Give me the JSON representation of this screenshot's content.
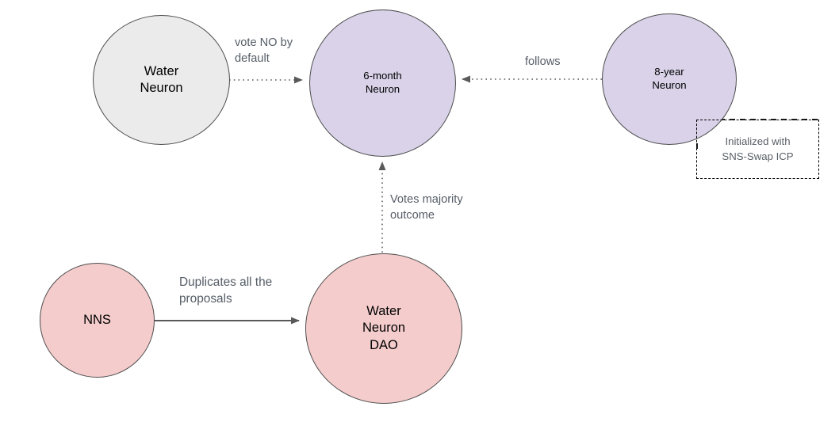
{
  "diagram": {
    "title": "Water Neuron DAO neuron-following diagram",
    "background": "#ffffff",
    "colors": {
      "purple_fill": "#d9d2e9",
      "pink_fill": "#f4cccc",
      "gray_fill": "#ebebeb",
      "node_stroke": "#4d4d4d",
      "node_text": "#000000",
      "edge_label_text": "#555d66",
      "edge_stroke": "#595959",
      "note_stroke": "#000000"
    },
    "nodes": [
      {
        "id": "water-neuron",
        "label": "Water\nNeuron",
        "shape": "circle",
        "fill": "#ebebeb"
      },
      {
        "id": "six-month-neuron",
        "label": "6-month\nNeuron",
        "shape": "circle",
        "fill": "#d9d2e9"
      },
      {
        "id": "eight-year-neuron",
        "label": "8-year\nNeuron",
        "shape": "circle",
        "fill": "#d9d2e9"
      },
      {
        "id": "nns",
        "label": "NNS",
        "shape": "circle",
        "fill": "#f4cccc"
      },
      {
        "id": "water-neuron-dao",
        "label": "Water\nNeuron\nDAO",
        "shape": "circle",
        "fill": "#f4cccc"
      }
    ],
    "edges": [
      {
        "id": "water-to-sixmonth",
        "from": "water-neuron",
        "to": "six-month-neuron",
        "label": "vote NO by\ndefault",
        "style": "dotted",
        "arrow": "end"
      },
      {
        "id": "eightyear-to-sixmonth",
        "from": "eight-year-neuron",
        "to": "six-month-neuron",
        "label": "follows",
        "style": "dotted",
        "arrow": "end"
      },
      {
        "id": "dao-to-sixmonth",
        "from": "water-neuron-dao",
        "to": "six-month-neuron",
        "label": "Votes majority\noutcome",
        "style": "dotted",
        "arrow": "end"
      },
      {
        "id": "nns-to-dao",
        "from": "nns",
        "to": "water-neuron-dao",
        "label": "Duplicates all the\nproposals",
        "style": "solid",
        "arrow": "end"
      }
    ],
    "notes": [
      {
        "id": "sns-swap-note",
        "text": "Initialized with\nSNS-Swap ICP",
        "attached_to": "eight-year-neuron",
        "style": "dashed-box"
      }
    ]
  }
}
